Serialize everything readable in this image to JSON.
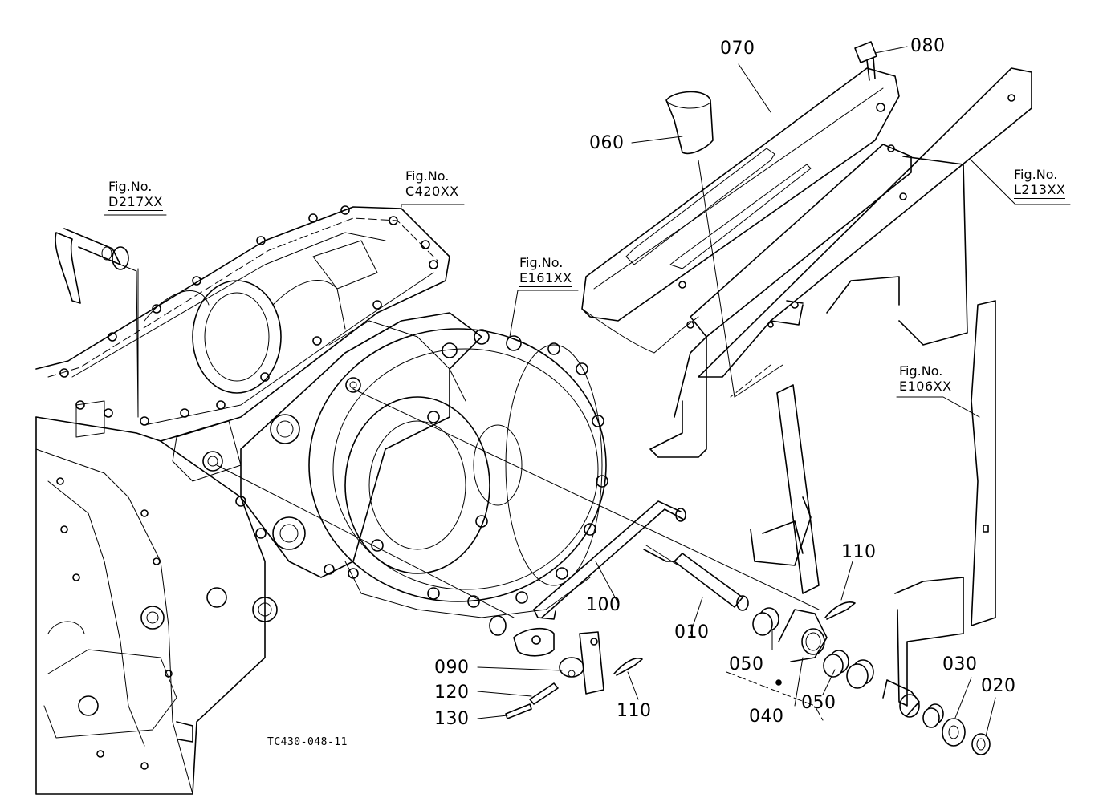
{
  "drawing_code": "TC430-048-11",
  "fig_refs": [
    {
      "id": "d217",
      "heading": "Fig.No.",
      "ref": "D217XX"
    },
    {
      "id": "c420",
      "heading": "Fig.No.",
      "ref": "C420XX"
    },
    {
      "id": "e161",
      "heading": "Fig.No.",
      "ref": "E161XX"
    },
    {
      "id": "l213",
      "heading": "Fig.No.",
      "ref": "L213XX"
    },
    {
      "id": "e106",
      "heading": "Fig.No.",
      "ref": "E106XX"
    }
  ],
  "part_labels": [
    {
      "id": "p070",
      "text": "070"
    },
    {
      "id": "p080",
      "text": "080"
    },
    {
      "id": "p060",
      "text": "060"
    },
    {
      "id": "p110a",
      "text": "110"
    },
    {
      "id": "p100",
      "text": "100"
    },
    {
      "id": "p010",
      "text": "010"
    },
    {
      "id": "p050a",
      "text": "050"
    },
    {
      "id": "p050b",
      "text": "050"
    },
    {
      "id": "p040",
      "text": "040"
    },
    {
      "id": "p030",
      "text": "030"
    },
    {
      "id": "p020",
      "text": "020"
    },
    {
      "id": "p090",
      "text": "090"
    },
    {
      "id": "p120",
      "text": "120"
    },
    {
      "id": "p130",
      "text": "130"
    },
    {
      "id": "p110b",
      "text": "110"
    }
  ]
}
